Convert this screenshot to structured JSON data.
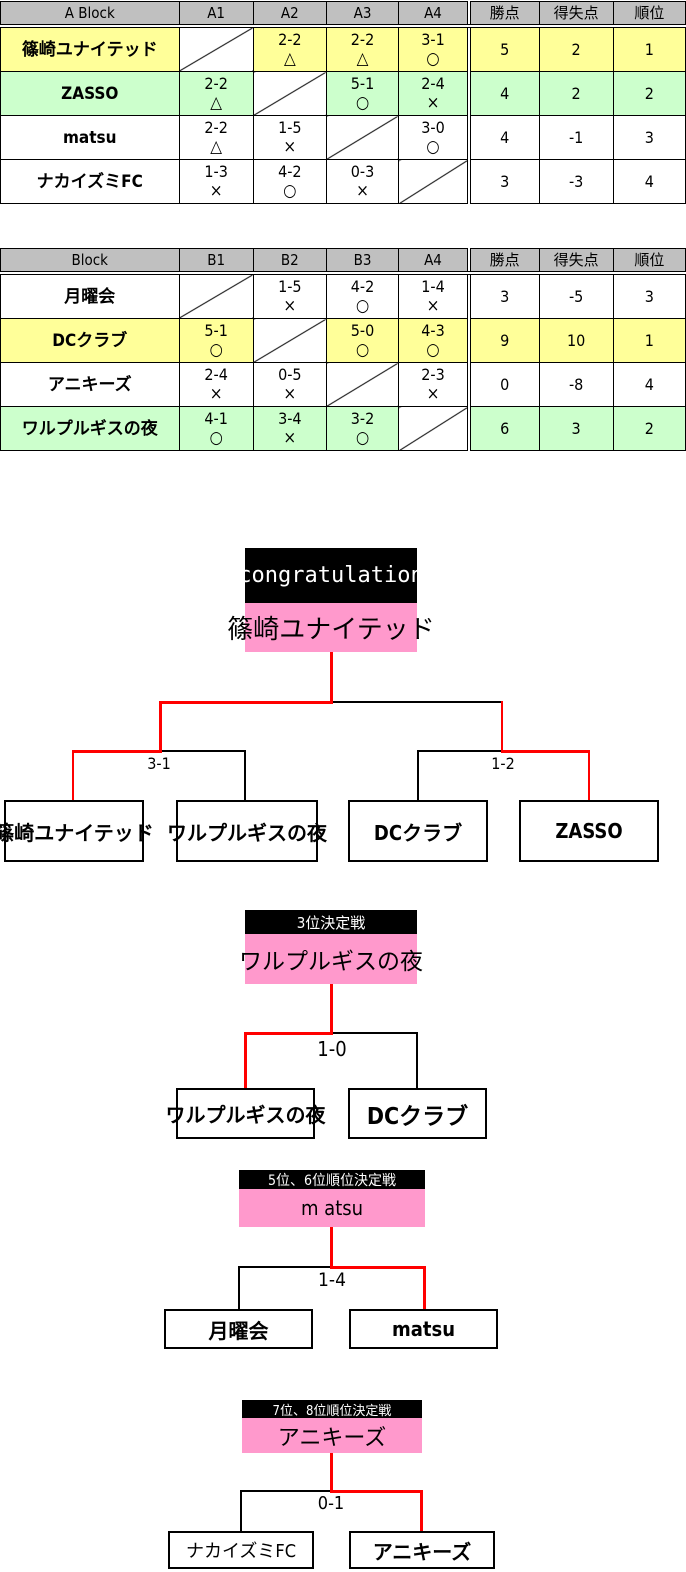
{
  "block_a": {
    "headers": [
      "A Block",
      "A1",
      "A2",
      "A3",
      "A4",
      "勝点",
      "得失点",
      "順位"
    ],
    "rows": [
      {
        "team": "篠崎ユナイテッド",
        "color": "yellow",
        "results": [
          null,
          {
            "score": "2-2",
            "mark": "△"
          },
          {
            "score": "2-2",
            "mark": "△"
          },
          {
            "score": "3-1",
            "mark": "○"
          }
        ],
        "points": "5",
        "goal_diff": "2",
        "rank": "1"
      },
      {
        "team": "ZASSO",
        "color": "green",
        "results": [
          {
            "score": "2-2",
            "mark": "△"
          },
          null,
          {
            "score": "5-1",
            "mark": "○"
          },
          {
            "score": "2-4",
            "mark": "×"
          }
        ],
        "points": "4",
        "goal_diff": "2",
        "rank": "2"
      },
      {
        "team": "matsu",
        "color": "white",
        "results": [
          {
            "score": "2-2",
            "mark": "△"
          },
          {
            "score": "1-5",
            "mark": "×"
          },
          null,
          {
            "score": "3-0",
            "mark": "○"
          }
        ],
        "points": "4",
        "goal_diff": "-1",
        "rank": "3"
      },
      {
        "team": "ナカイズミFC",
        "color": "white",
        "results": [
          {
            "score": "1-3",
            "mark": "×"
          },
          {
            "score": "4-2",
            "mark": "○"
          },
          {
            "score": "0-3",
            "mark": "×"
          },
          null
        ],
        "points": "3",
        "goal_diff": "-3",
        "rank": "4"
      }
    ]
  },
  "block_b": {
    "headers": [
      "Block",
      "B1",
      "B2",
      "B3",
      "A4",
      "勝点",
      "得失点",
      "順位"
    ],
    "rows": [
      {
        "team": "月曜会",
        "color": "white",
        "results": [
          null,
          {
            "score": "1-5",
            "mark": "×"
          },
          {
            "score": "4-2",
            "mark": "○"
          },
          {
            "score": "1-4",
            "mark": "×"
          }
        ],
        "points": "3",
        "goal_diff": "-5",
        "rank": "3"
      },
      {
        "team": "DCクラブ",
        "color": "yellow",
        "results": [
          {
            "score": "5-1",
            "mark": "○"
          },
          null,
          {
            "score": "5-0",
            "mark": "○"
          },
          {
            "score": "4-3",
            "mark": "○"
          }
        ],
        "points": "9",
        "goal_diff": "10",
        "rank": "1"
      },
      {
        "team": "アニキーズ",
        "color": "white",
        "results": [
          {
            "score": "2-4",
            "mark": "×"
          },
          {
            "score": "0-5",
            "mark": "×"
          },
          null,
          {
            "score": "2-3",
            "mark": "×"
          }
        ],
        "points": "0",
        "goal_diff": "-8",
        "rank": "4"
      },
      {
        "team": "ワルプルギスの夜",
        "color": "green",
        "results": [
          {
            "score": "4-1",
            "mark": "○"
          },
          {
            "score": "3-4",
            "mark": "×"
          },
          {
            "score": "3-2",
            "mark": "○"
          },
          null
        ],
        "points": "6",
        "goal_diff": "3",
        "rank": "2"
      }
    ]
  },
  "final": {
    "title": "congratulation",
    "winner": "篠崎ユナイテッド",
    "semi_left": {
      "score": "3-1",
      "team1": "篠崎ユナイテッド",
      "team2": "ワルプルギスの夜"
    },
    "semi_right": {
      "score": "1-2",
      "team1": "DCクラブ",
      "team2": "ZASSO"
    }
  },
  "third_place": {
    "title": "3位決定戦",
    "winner": "ワルプルギスの夜",
    "score": "1-0",
    "team1": "ワルプルギスの夜",
    "team2": "DCクラブ"
  },
  "fifth_place": {
    "title": "5位、6位順位決定戦",
    "winner": "m atsu",
    "score": "1-4",
    "team1": "月曜会",
    "team2": "matsu"
  },
  "seventh_place": {
    "title": "7位、8位順位決定戦",
    "winner": "アニキーズ",
    "score": "0-1",
    "team1": "ナカイズミFC",
    "team2": "アニキーズ"
  },
  "colors": {
    "yellow": "#ffff99",
    "green": "#ccffcc",
    "header": "#c0c0c0",
    "pink": "#ff99cc",
    "win_line": "#ff0000"
  }
}
